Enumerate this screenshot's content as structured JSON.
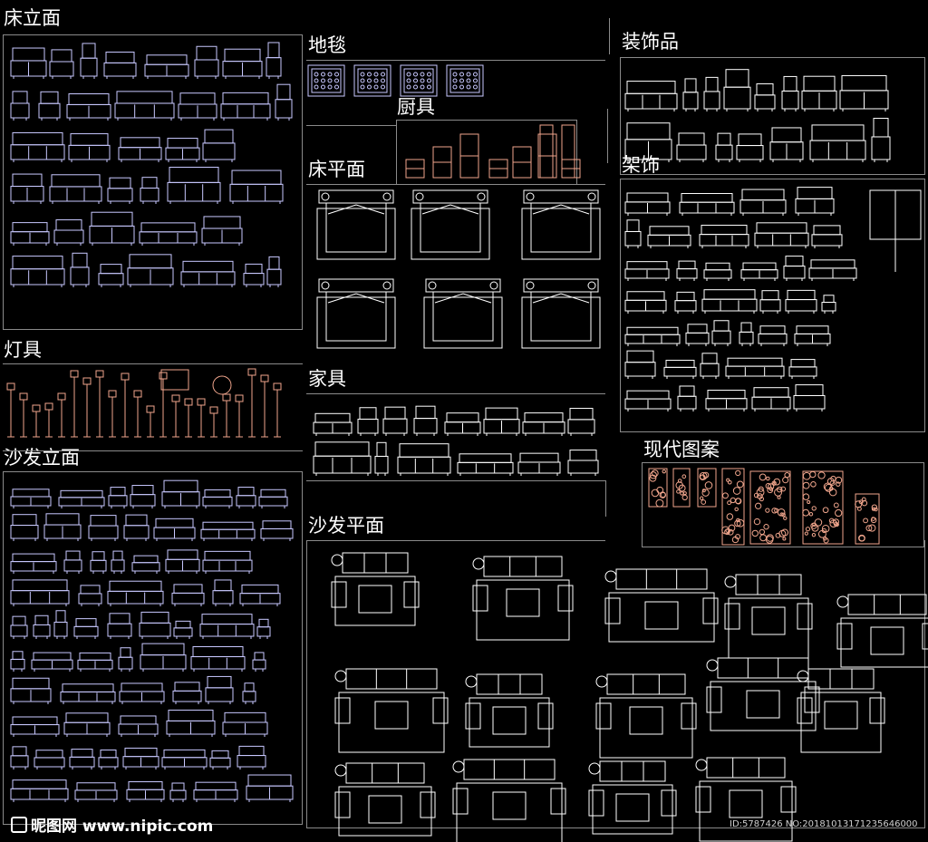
{
  "sections": {
    "bed_elevation": "床立面",
    "carpet": "地毯",
    "decor": "装饰品",
    "kitchen": "厨具",
    "bed_plan": "床平面",
    "shelf": "架饰",
    "lamps": "灯具",
    "furniture": "家具",
    "sofa_elevation": "沙发立面",
    "modern_pattern": "现代图案",
    "sofa_plan": "沙发平面"
  },
  "watermark": {
    "brand": "昵图网",
    "url": "www.nipic.com"
  },
  "image_id": "ID:5787426 NO:20181013171235646000",
  "colors": {
    "background": "#000000",
    "line_blue": "#c8c8ff",
    "line_white": "#ffffff",
    "line_salmon": "#f0a58c",
    "divider": "#8a8a8a"
  }
}
